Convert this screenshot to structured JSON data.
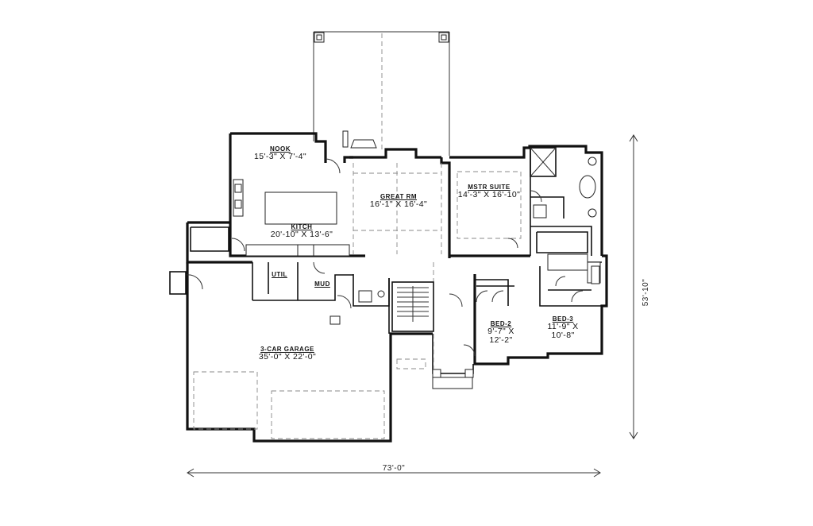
{
  "rooms": {
    "nook": {
      "name": "NOOK",
      "size": "15'-3\" X 7'-4\""
    },
    "kitchen": {
      "name": "KITCH",
      "size": "20'-10\" X 13'-6\""
    },
    "great": {
      "name": "GREAT RM",
      "size": "16'-1\" X 16'-4\""
    },
    "master": {
      "name": "MSTR SUITE",
      "size": "14'-3\" X 16'-10\""
    },
    "util": {
      "name": "UTIL"
    },
    "mud": {
      "name": "MUD"
    },
    "garage": {
      "name": "3-CAR GARAGE",
      "size": "35'-0\" X 22'-0\""
    },
    "bed2": {
      "name": "BED-2",
      "size1": "9'-7\" X",
      "size2": "12'-2\""
    },
    "bed3": {
      "name": "BED-3",
      "size1": "11'-9\" X",
      "size2": "10'-8\""
    }
  },
  "dimensions": {
    "width": "73'-0\"",
    "depth": "53'-10\""
  }
}
